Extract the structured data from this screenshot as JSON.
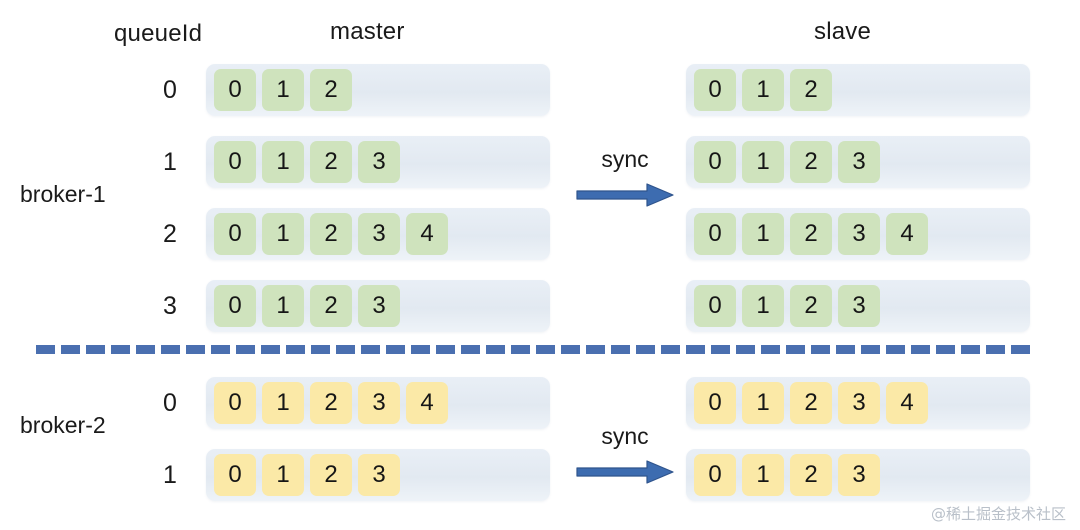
{
  "headers": {
    "queue_id": "queueId",
    "master": "master",
    "slave": "slave"
  },
  "sync": {
    "label": "sync",
    "arrow_icon": "right-arrow-icon",
    "arrow_color": "#3d6cb0"
  },
  "divider": {
    "style": "dashed",
    "color": "#4a6fb0"
  },
  "colors": {
    "track": "#e3eaf2",
    "cell_green": "#cfe3bd",
    "cell_yellow": "#fbe9a7",
    "text": "#1a1a1a",
    "watermark": "#b9c0c9"
  },
  "watermark": "@稀土掘金技术社区",
  "brokers": [
    {
      "name": "broker-1",
      "cell_color": "green",
      "rows": [
        {
          "queue_id": "0",
          "master": [
            "0",
            "1",
            "2"
          ],
          "slave": [
            "0",
            "1",
            "2"
          ]
        },
        {
          "queue_id": "1",
          "master": [
            "0",
            "1",
            "2",
            "3"
          ],
          "slave": [
            "0",
            "1",
            "2",
            "3"
          ]
        },
        {
          "queue_id": "2",
          "master": [
            "0",
            "1",
            "2",
            "3",
            "4"
          ],
          "slave": [
            "0",
            "1",
            "2",
            "3",
            "4"
          ]
        },
        {
          "queue_id": "3",
          "master": [
            "0",
            "1",
            "2",
            "3"
          ],
          "slave": [
            "0",
            "1",
            "2",
            "3"
          ]
        }
      ]
    },
    {
      "name": "broker-2",
      "cell_color": "yellow",
      "rows": [
        {
          "queue_id": "0",
          "master": [
            "0",
            "1",
            "2",
            "3",
            "4"
          ],
          "slave": [
            "0",
            "1",
            "2",
            "3",
            "4"
          ]
        },
        {
          "queue_id": "1",
          "master": [
            "0",
            "1",
            "2",
            "3"
          ],
          "slave": [
            "0",
            "1",
            "2",
            "3"
          ]
        }
      ]
    }
  ]
}
